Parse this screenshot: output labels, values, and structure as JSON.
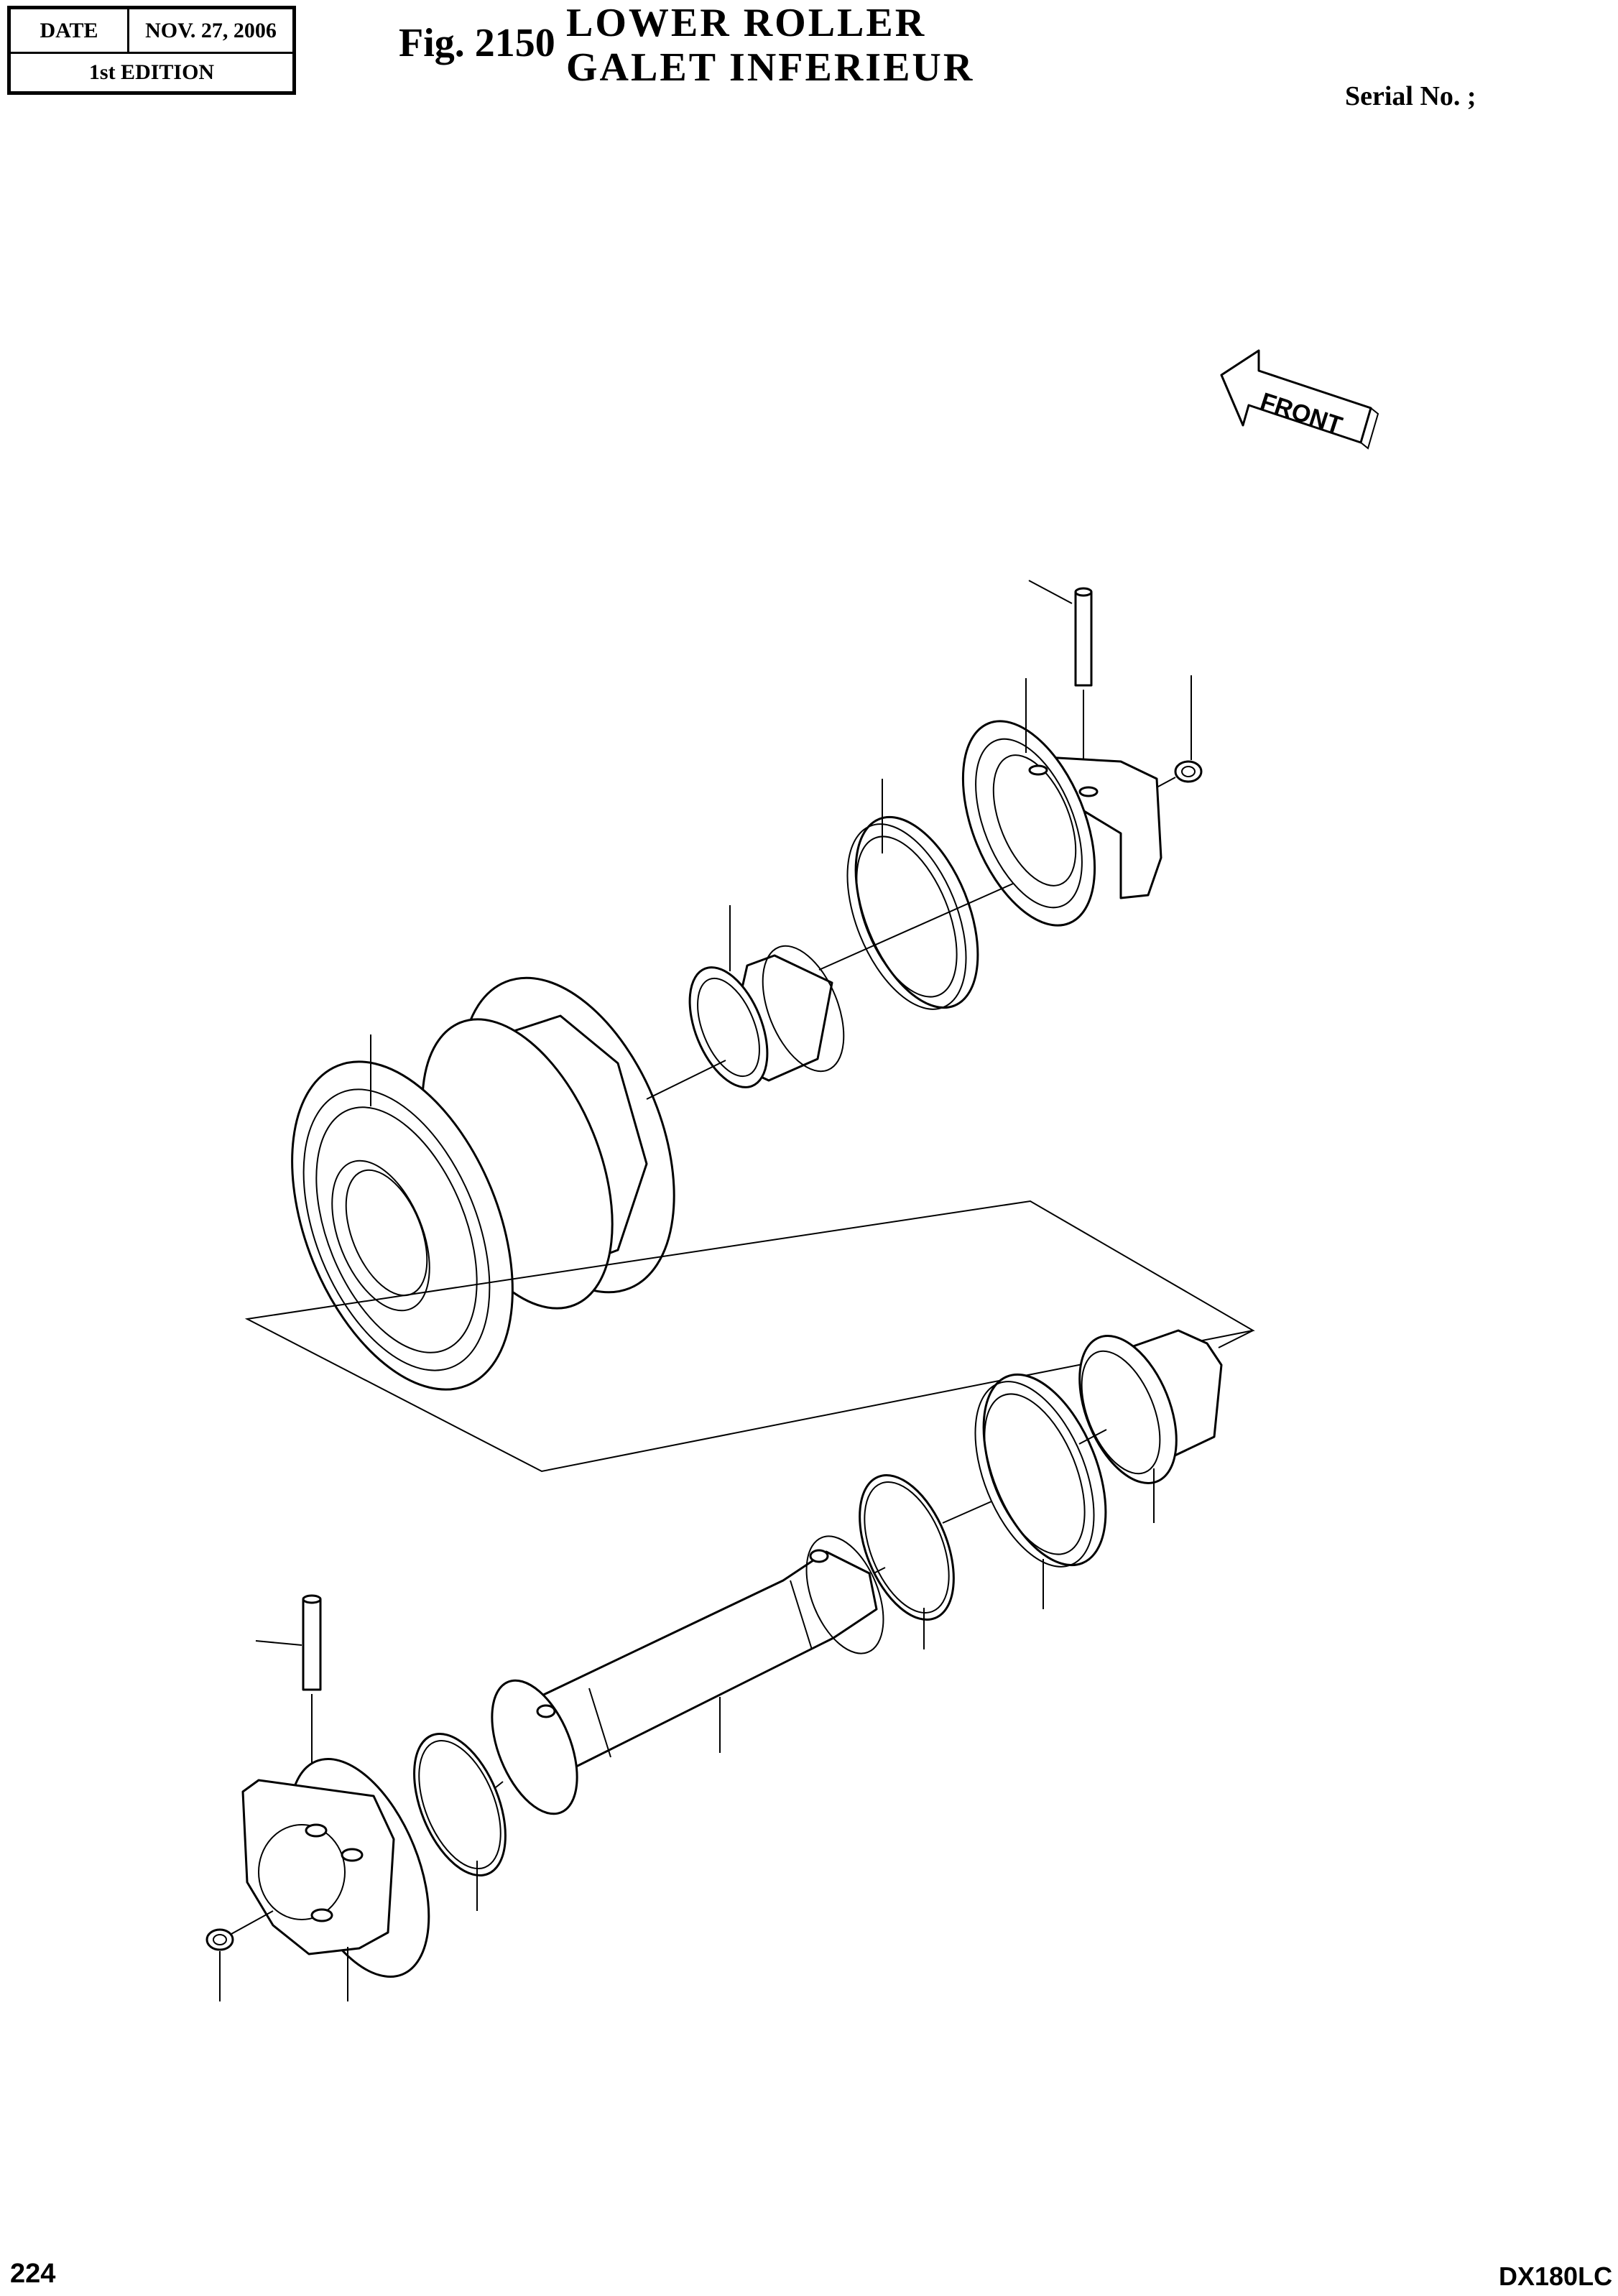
{
  "header": {
    "date_label": "DATE",
    "date_value": "NOV. 27, 2006",
    "edition": "1st EDITION",
    "fig_number": "Fig. 2150",
    "title_en": "LOWER ROLLER",
    "title_fr": "GALET INFERIEUR",
    "serial_label": "Serial No. ;"
  },
  "drawing": {
    "front_arrow_label": "FRONT",
    "parts": [
      "pin-upper",
      "collar-upper",
      "plug-upper",
      "seal-ring-upper",
      "bushing-upper",
      "roller-body",
      "shaft",
      "o-ring-right",
      "seal-ring-lower",
      "bushing-lower",
      "pin-lower",
      "collar-lower",
      "plug-lower",
      "o-ring-left"
    ]
  },
  "footer": {
    "page_number": "224",
    "model": "DX180LC"
  }
}
